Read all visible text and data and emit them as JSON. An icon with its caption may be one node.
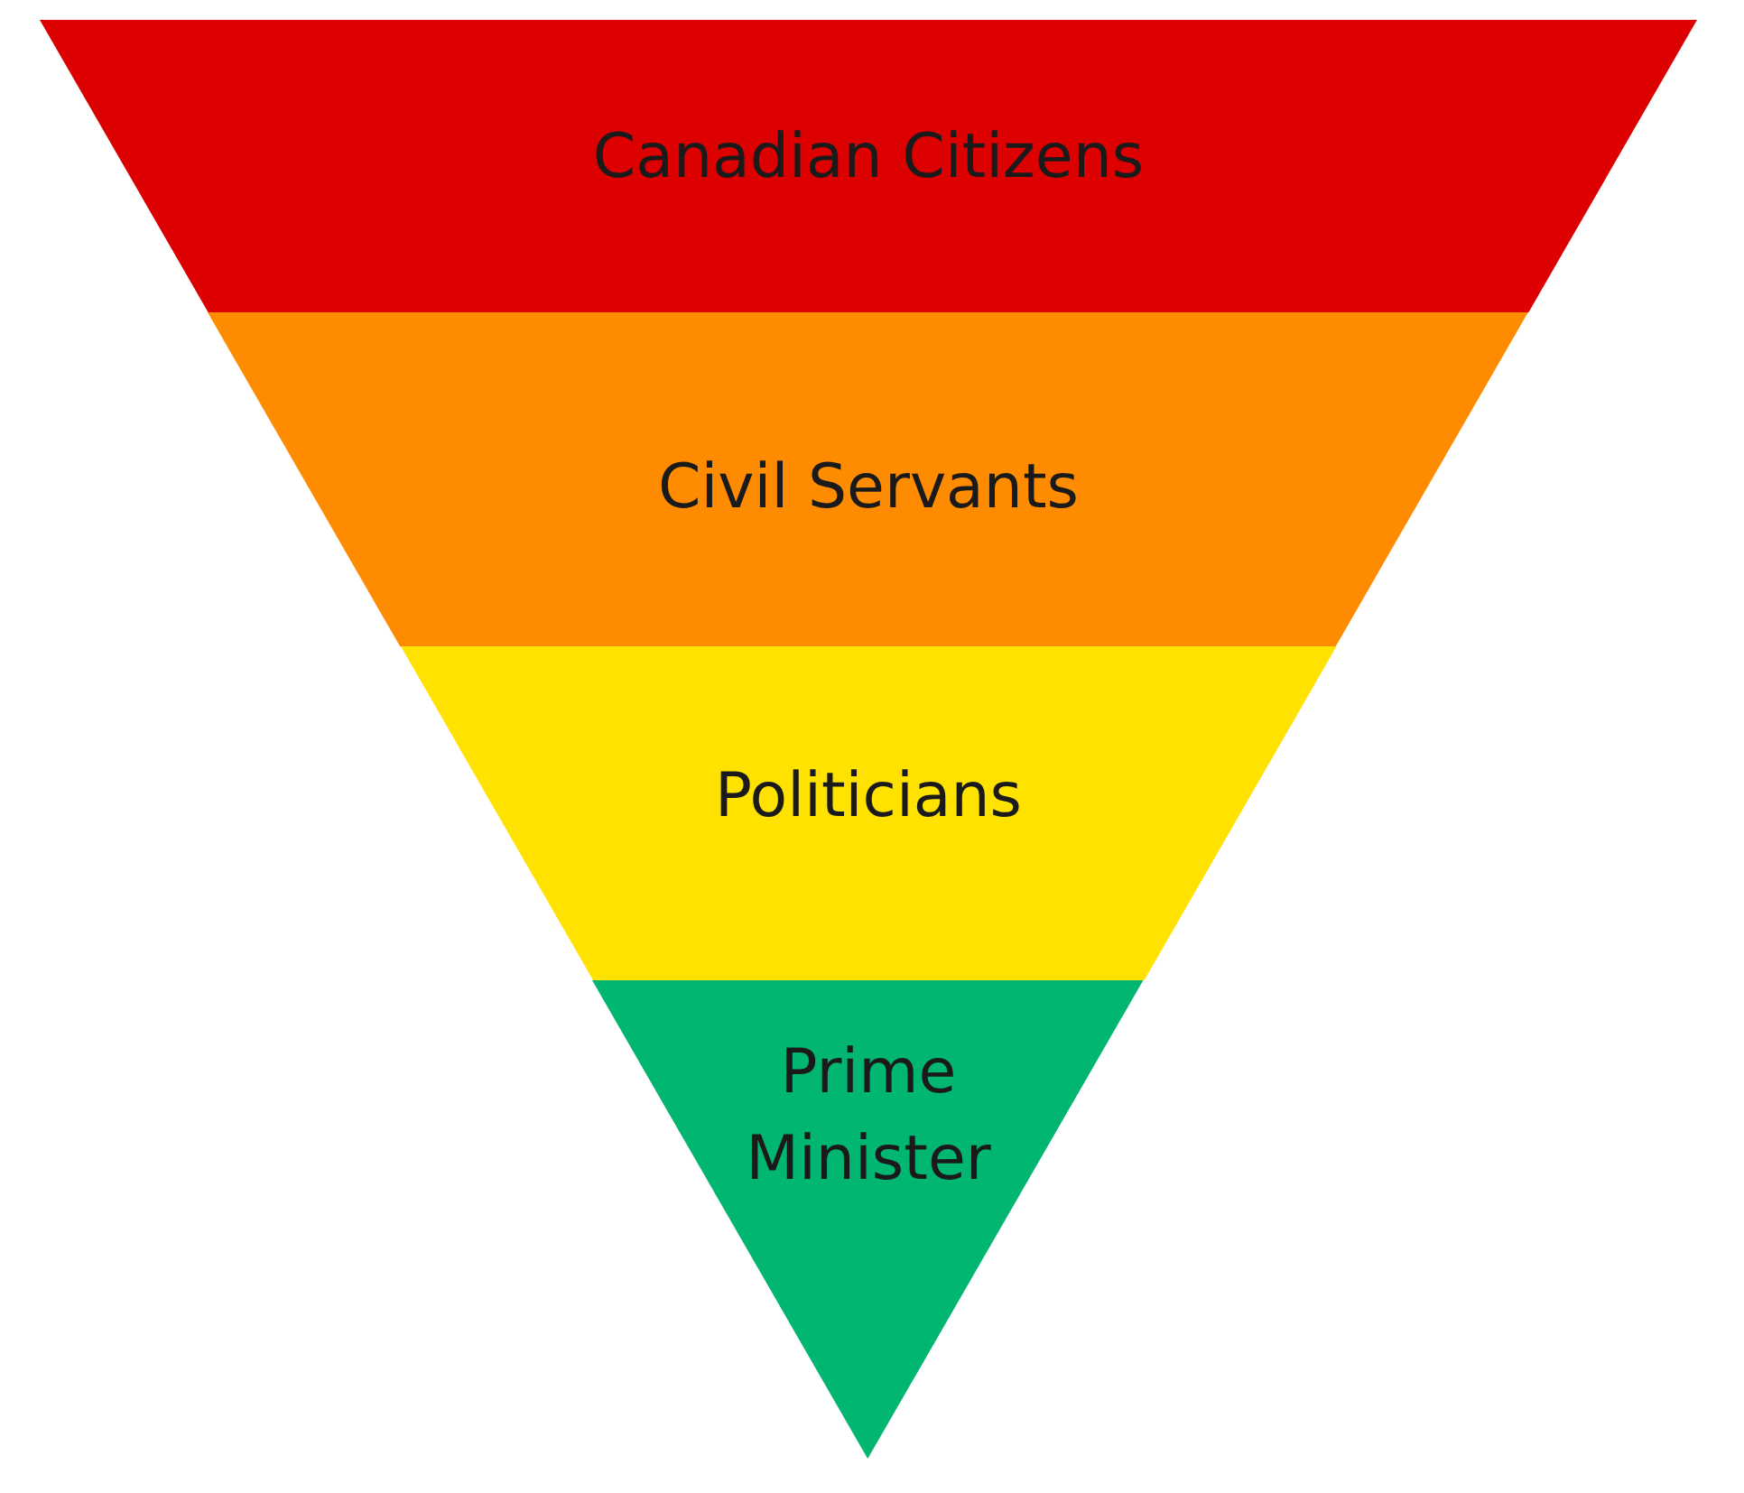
{
  "diagram": {
    "nodes": [
      {
        "text": [
          "Canadian Citizens"
        ]
      },
      {
        "text": [
          "Civil Servants"
        ]
      },
      {
        "text": [
          "Politicians"
        ]
      },
      {
        "text": [
          "Prime Minister"
        ]
      }
    ]
  }
}
